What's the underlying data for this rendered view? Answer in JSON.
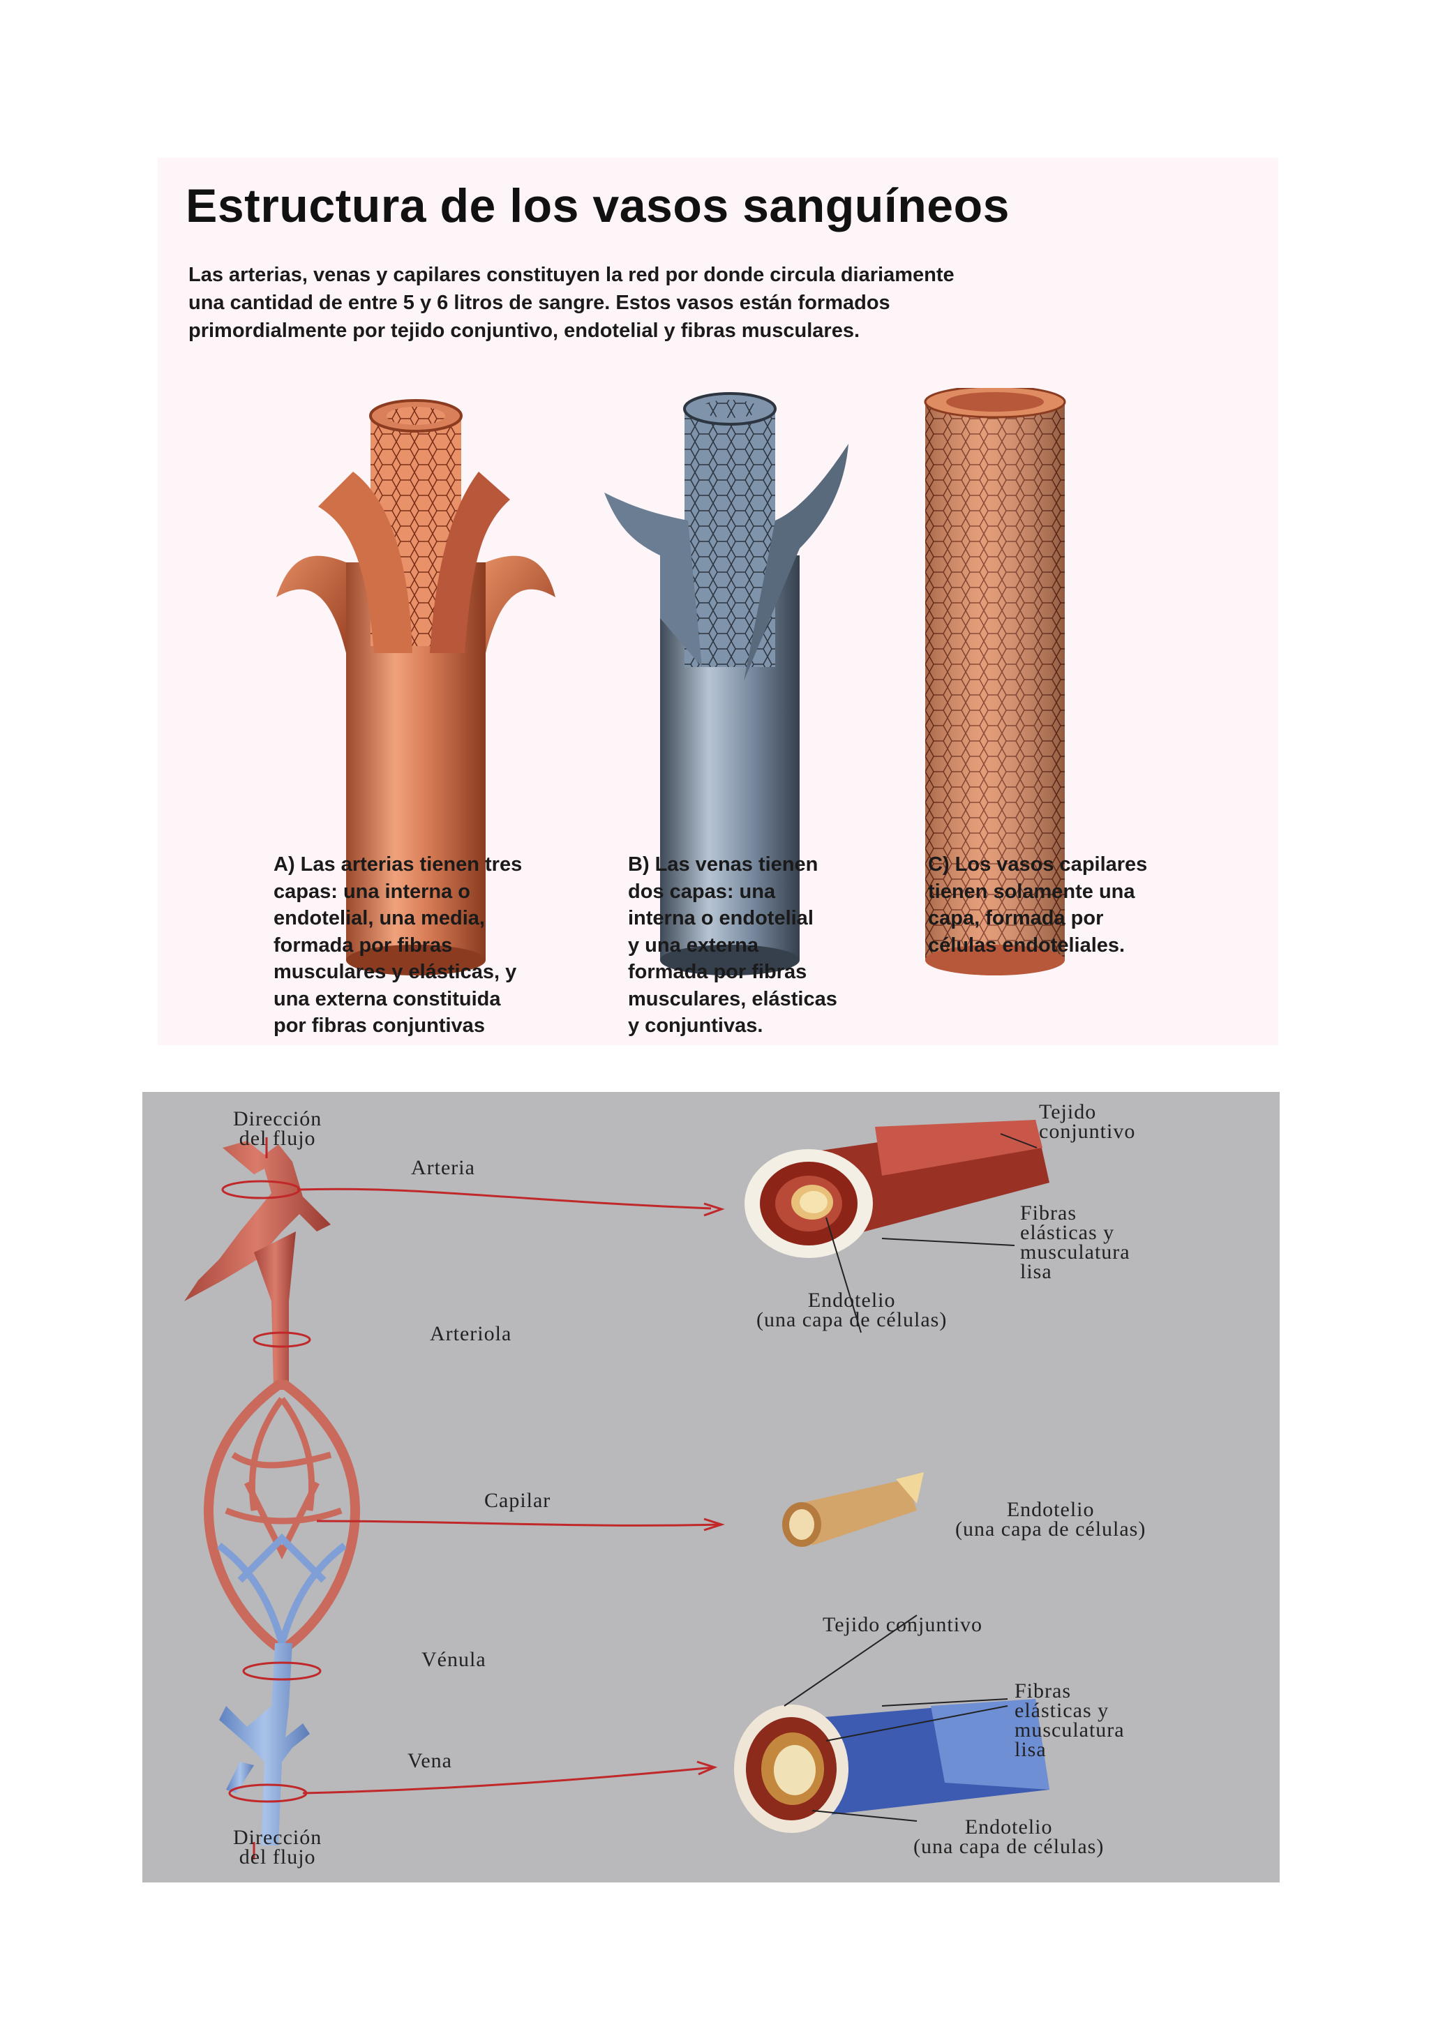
{
  "top": {
    "title": "Estructura de los vasos sanguíneos",
    "intro": [
      "Las arterias, venas y capilares constituyen la red por donde circula diariamente",
      "una cantidad de entre 5 y 6 litros de sangre. Estos vasos están formados",
      "primordialmente por tejido conjuntivo, endotelial y fibras musculares."
    ],
    "captions": {
      "artery": [
        "A) Las arterias tienen tres",
        "capas: una interna o",
        "endotelial, una media,",
        "formada por fibras",
        "musculares y elásticas, y",
        "una externa constituida",
        "por fibras conjuntivas"
      ],
      "vein": [
        "B) Las venas tienen",
        "dos capas: una",
        "interna o endotelial",
        "y una externa",
        "formada por fibras",
        "musculares, elásticas",
        "y conjuntivas."
      ],
      "capillary": [
        "C) Los vasos capilares",
        "tienen solamente una",
        "capa, formada por",
        "células endoteliales."
      ]
    }
  },
  "bottom": {
    "flow_top": [
      "Dirección",
      "del flujo"
    ],
    "flow_bottom": [
      "Dirección",
      "del flujo"
    ],
    "vessels": {
      "arteria": "Arteria",
      "arteriola": "Arteriola",
      "capilar": "Capilar",
      "venula": "Vénula",
      "vena": "Vena"
    },
    "artery_section": {
      "tejido": [
        "Tejido",
        "conjuntivo"
      ],
      "fibras": [
        "Fibras",
        "elásticas y",
        "musculatura",
        "lisa"
      ],
      "endotelio": [
        "Endotelio",
        "(una capa de células)"
      ]
    },
    "capillary_section": {
      "endotelio": [
        "Endotelio",
        "(una capa de células)"
      ]
    },
    "vein_section": {
      "tejido": "Tejido conjuntivo",
      "fibras": [
        "Fibras",
        "elásticas y",
        "musculatura",
        "lisa"
      ],
      "endotelio": [
        "Endotelio",
        "(una capa de células)"
      ]
    }
  },
  "colors": {
    "artery": "#c8704f",
    "artery_dark": "#8e3a24",
    "vein": "#6f8399",
    "vein_dark": "#3e4a58",
    "capillary": "#d98357",
    "bottom_bg": "#b9b8bb",
    "red_line": "#c0282a",
    "blue_vessel": "#8fb0e0"
  }
}
